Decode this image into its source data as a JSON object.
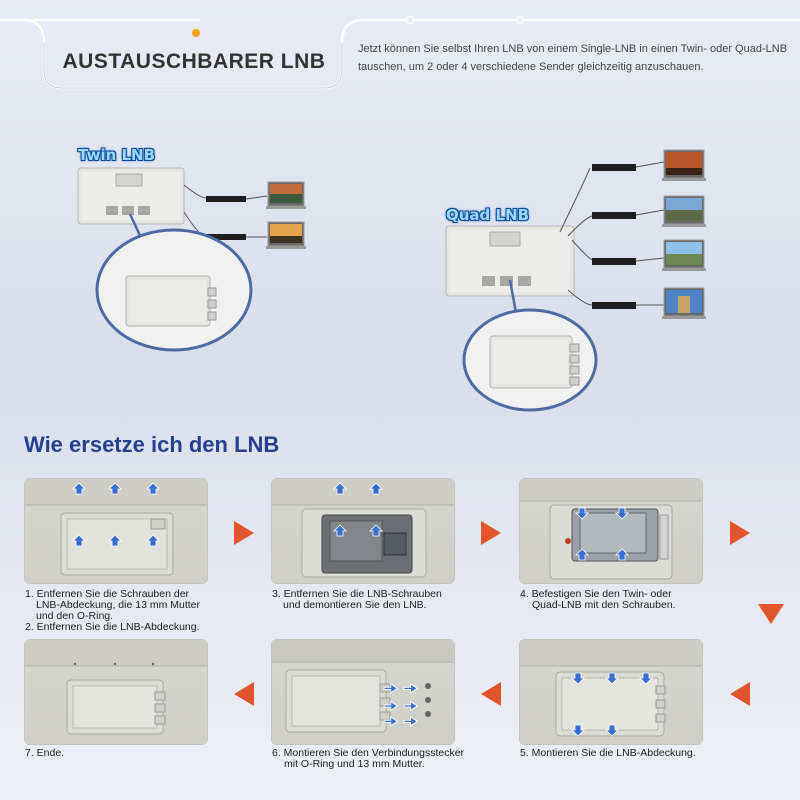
{
  "header": {
    "title": "AUSTAUSCHBARER LNB",
    "intro_line1": "Jetzt können Sie selbst Ihren LNB von einem Single-LNB in einen Twin- oder Quad-LNB",
    "intro_line2": "tauschen, um 2 oder 4 verschiedene Sender gleichzeitig anzuschauen."
  },
  "diagrams": {
    "twin_label": "Twin LNB",
    "quad_label": "Quad LNB"
  },
  "section_title": "Wie ersetze ich den LNB",
  "steps": [
    {
      "lines": [
        "1. Entfernen Sie die Schrauben der",
        "LNB-Abdeckung, die 13 mm Mutter",
        "und den O-Ring.",
        "2. Entfernen Sie die LNB-Abdeckung."
      ]
    },
    {
      "lines": [
        "3. Entfernen Sie die LNB-Schrauben",
        "und demontieren Sie den LNB."
      ]
    },
    {
      "lines": [
        "4. Befestigen Sie den Twin- oder",
        "Quad-LNB mit den Schrauben."
      ]
    },
    {
      "lines": [
        "7. Ende."
      ]
    },
    {
      "lines": [
        "6. Montieren Sie den Verbindungsstecker",
        "mit O-Ring und 13 mm Mutter."
      ]
    },
    {
      "lines": [
        "5.  Montieren Sie die LNB-Abdeckung."
      ]
    }
  ],
  "colors": {
    "accent_arrow": "#e2552c",
    "title_blue": "#24408f",
    "screw_arrow": "#3a6fd0"
  }
}
